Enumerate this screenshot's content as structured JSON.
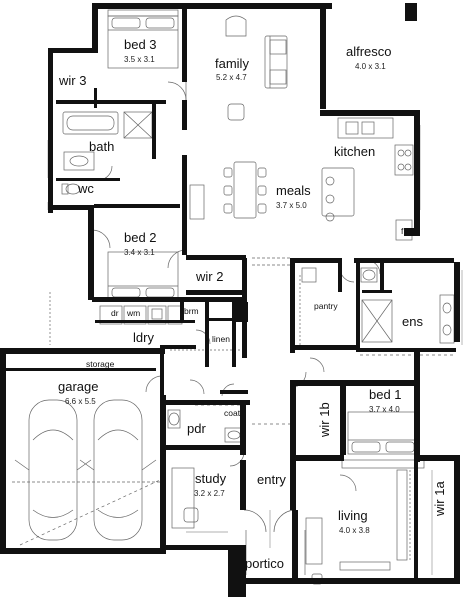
{
  "rooms": {
    "bed3": {
      "name": "bed 3",
      "size": "3.5 x 3.1"
    },
    "family": {
      "name": "family",
      "size": "5.2 x 4.7"
    },
    "alfresco": {
      "name": "alfresco",
      "size": "4.0 x 3.1"
    },
    "wir3": {
      "name": "wir 3"
    },
    "bath": {
      "name": "bath"
    },
    "wc": {
      "name": "wc"
    },
    "kitchen": {
      "name": "kitchen"
    },
    "meals": {
      "name": "meals",
      "size": "3.7 x 5.0"
    },
    "bed2": {
      "name": "bed 2",
      "size": "3.4 x 3.1"
    },
    "wir2": {
      "name": "wir 2"
    },
    "pantry": {
      "name": "pantry"
    },
    "ens": {
      "name": "ens"
    },
    "dr": {
      "name": "dr"
    },
    "wm": {
      "name": "wm"
    },
    "brm": {
      "name": "brm"
    },
    "ldry": {
      "name": "ldry"
    },
    "linen": {
      "name": "linen"
    },
    "storage": {
      "name": "storage"
    },
    "garage": {
      "name": "garage",
      "size": "6.6 x 5.5"
    },
    "bed1": {
      "name": "bed 1",
      "size": "3.7 x 4.0"
    },
    "wir1b": {
      "name": "wir 1b"
    },
    "coat": {
      "name": "coat"
    },
    "pdr": {
      "name": "pdr"
    },
    "study": {
      "name": "study",
      "size": "3.2 x 2.7"
    },
    "entry": {
      "name": "entry"
    },
    "living": {
      "name": "living",
      "size": "4.0 x 3.8"
    },
    "wir1a": {
      "name": "wir 1a"
    },
    "portico": {
      "name": "portico"
    },
    "fridge": {
      "name": "f"
    }
  }
}
